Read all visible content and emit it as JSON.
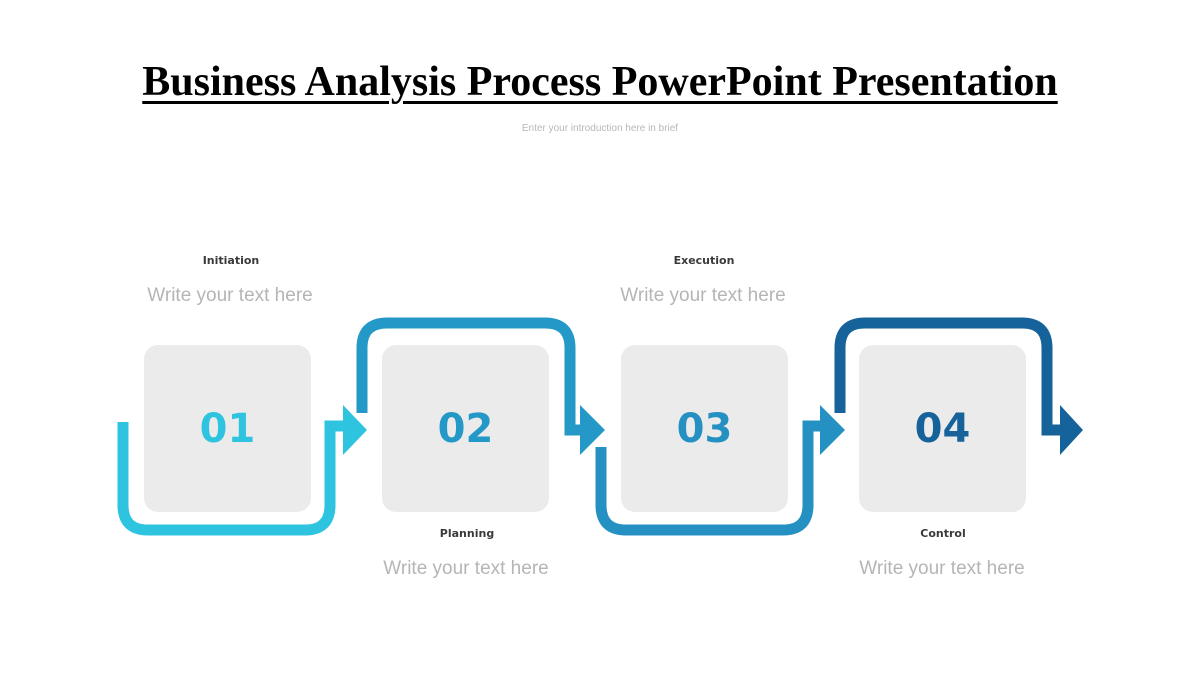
{
  "slide": {
    "title": "Business Analysis Process PowerPoint Presentation",
    "subtitle": "Enter your introduction here in brief"
  },
  "steps": [
    {
      "number": "01",
      "label": "Initiation",
      "text": "Write your text here",
      "color": "#2ec4e0",
      "label_position": "top"
    },
    {
      "number": "02",
      "label": "Planning",
      "text": "Write your text here",
      "color": "#2499c7",
      "label_position": "bottom"
    },
    {
      "number": "03",
      "label": "Execution",
      "text": "Write your text here",
      "color": "#2590c2",
      "label_position": "top"
    },
    {
      "number": "04",
      "label": "Control",
      "text": "Write your text here",
      "color": "#16629a",
      "label_position": "bottom"
    }
  ]
}
